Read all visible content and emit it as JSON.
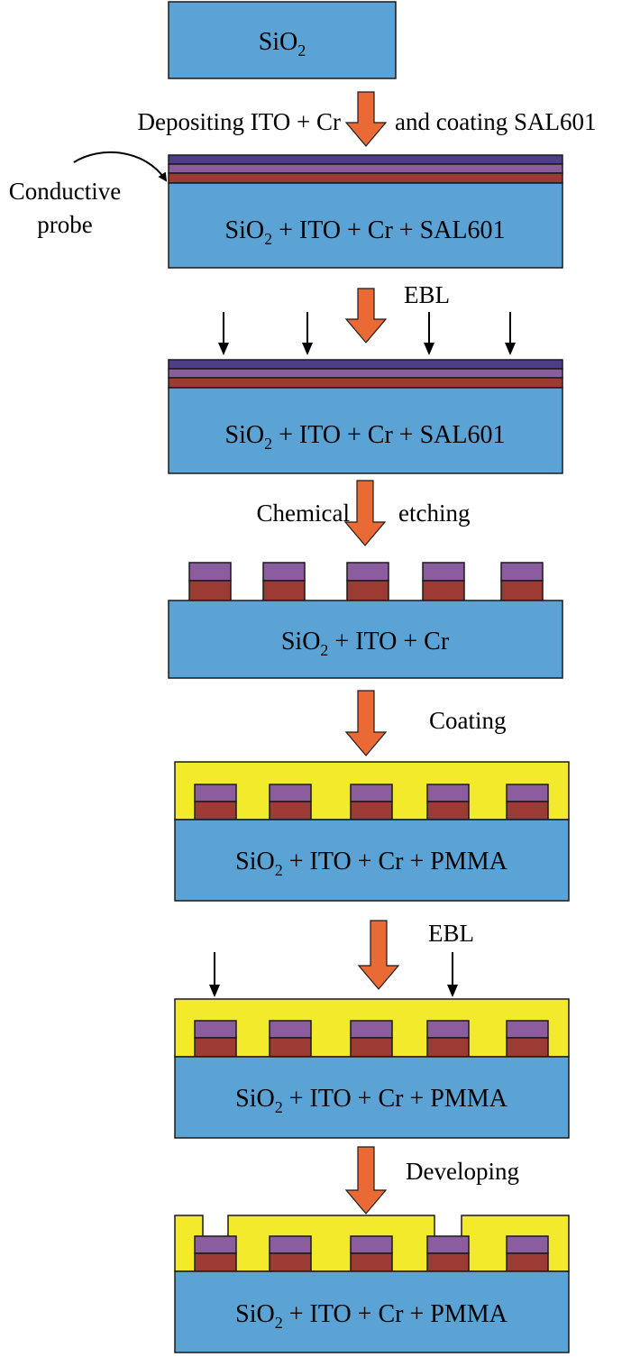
{
  "colors": {
    "substrate": "#5ba3d4",
    "resist_top": "#4f3d8a",
    "resist_mid": "#8c5d9e",
    "cr": "#9b3b33",
    "pmma": "#f4ea2c",
    "process_arrow": "#ea6a36",
    "outline": "#1a1a1a"
  },
  "icons": [
    "process-arrow-icon",
    "ebeam-arrow-icon",
    "curved-probe-arrow-icon"
  ],
  "stages": [
    {
      "base": "SiO",
      "sub": "2",
      "rest": ""
    },
    {
      "base": "SiO",
      "sub": "2",
      "rest": " + ITO + Cr + SAL601"
    },
    {
      "base": "SiO",
      "sub": "2",
      "rest": " + ITO + Cr + SAL601"
    },
    {
      "base": "SiO",
      "sub": "2",
      "rest": " + ITO + Cr"
    },
    {
      "base": "SiO",
      "sub": "2",
      "rest": " + ITO + Cr + PMMA"
    },
    {
      "base": "SiO",
      "sub": "2",
      "rest": " + ITO + Cr + PMMA"
    },
    {
      "base": "SiO",
      "sub": "2",
      "rest": " + ITO + Cr + PMMA"
    }
  ],
  "steps": [
    {
      "left": "Depositing ITO + Cr",
      "right": "and coating SAL601"
    },
    {
      "right": "EBL"
    },
    {
      "left": "Chemical",
      "right": "etching"
    },
    {
      "right": "Coating"
    },
    {
      "right": "EBL"
    },
    {
      "right": "Developing"
    }
  ],
  "probe_label": {
    "line1": "Conductive",
    "line2": "probe"
  }
}
